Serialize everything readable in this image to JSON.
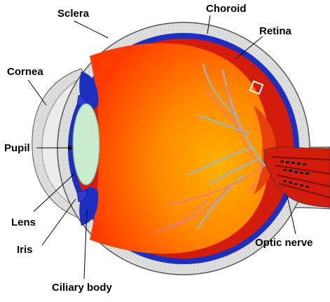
{
  "labels": {
    "sclera": "Sclera",
    "choroid": "Choroid",
    "retina": "Retina",
    "cornea": "Cornea",
    "pupil": "Pupil",
    "lens": "Lens",
    "iris": "Iris",
    "ciliary_body": "Ciliary body",
    "optic_nerve": "Optic nerve"
  },
  "colors": {
    "sclera": "#dcdcdc",
    "choroid": "#1c2fbf",
    "retina": "#d41c0c",
    "vitreous": "#ff7000",
    "lens": "#c9eccf",
    "vessels": "#9ab6c8"
  }
}
